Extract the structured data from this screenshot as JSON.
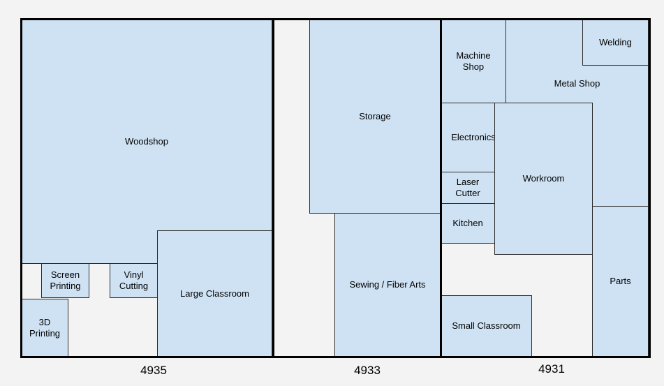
{
  "buildings": [
    {
      "label": "4935"
    },
    {
      "label": "4933"
    },
    {
      "label": "4931"
    }
  ],
  "rooms": {
    "woodshop": "Woodshop",
    "screen_printing": "Screen\nPrinting",
    "vinyl_cutting": "Vinyl\nCutting",
    "large_classroom": "Large Classroom",
    "printing_3d": "3D\nPrinting",
    "storage": "Storage",
    "sewing": "Sewing / Fiber Arts",
    "machine_shop": "Machine\nShop",
    "welding": "Welding",
    "metal_shop": "Metal Shop",
    "electronics": "Electronics",
    "workroom": "Workroom",
    "laser_cutter": "Laser\nCutter",
    "kitchen": "Kitchen",
    "parts": "Parts",
    "small_classroom": "Small Classroom"
  },
  "colors": {
    "room_fill": "#cfe2f3",
    "background": "#f3f3f3",
    "wall": "#000000"
  }
}
